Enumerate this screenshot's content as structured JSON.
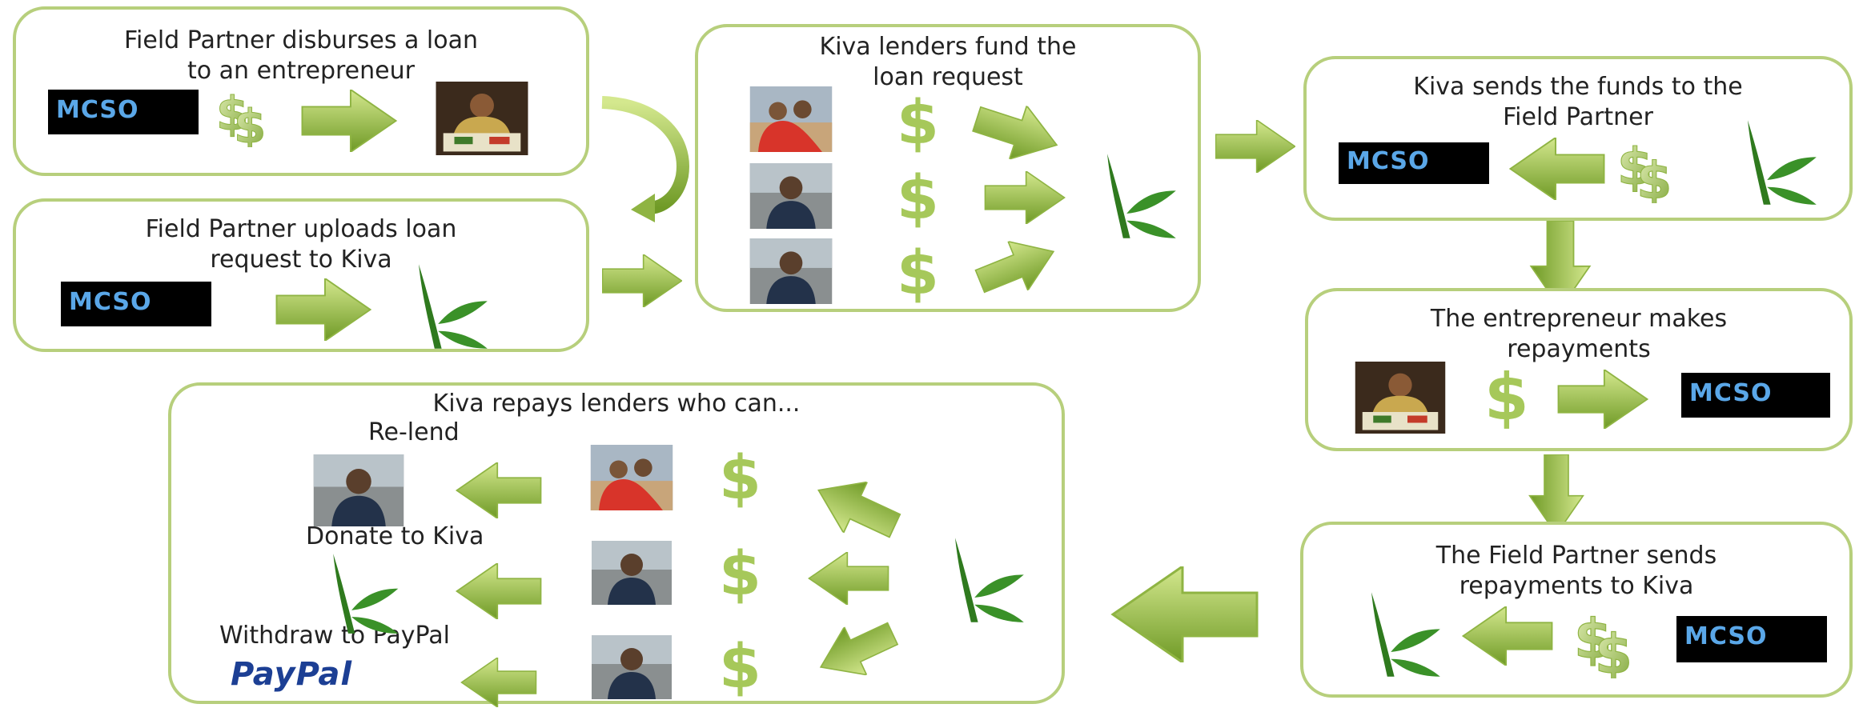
{
  "steps": {
    "disburse": "Field Partner disburses a loan to an entrepreneur",
    "upload": "Field Partner uploads loan request to Kiva",
    "fund": "Kiva lenders fund the loan request",
    "send": "Kiva sends the funds to the Field Partner",
    "repay": "The entrepreneur makes repayments",
    "partner_repay": "The Field Partner sends repayments to Kiva",
    "lenders": "Kiva repays lenders who can..."
  },
  "options": {
    "relend": "Re-lend",
    "donate": "Donate to Kiva",
    "withdraw": "Withdraw to PayPal"
  },
  "logo_text": {
    "mcso": "MCSO",
    "paypal": "PayPal"
  },
  "icon_glyphs": {
    "dollar": "$"
  },
  "colors": {
    "box_border": "#b7cf7c",
    "arrow_light": "#c8e07a",
    "arrow_dark": "#6f9a26",
    "kiva_green": "#2f7a1e",
    "paypal_dark": "#1c3f94",
    "paypal_light": "#2b8fd6"
  }
}
